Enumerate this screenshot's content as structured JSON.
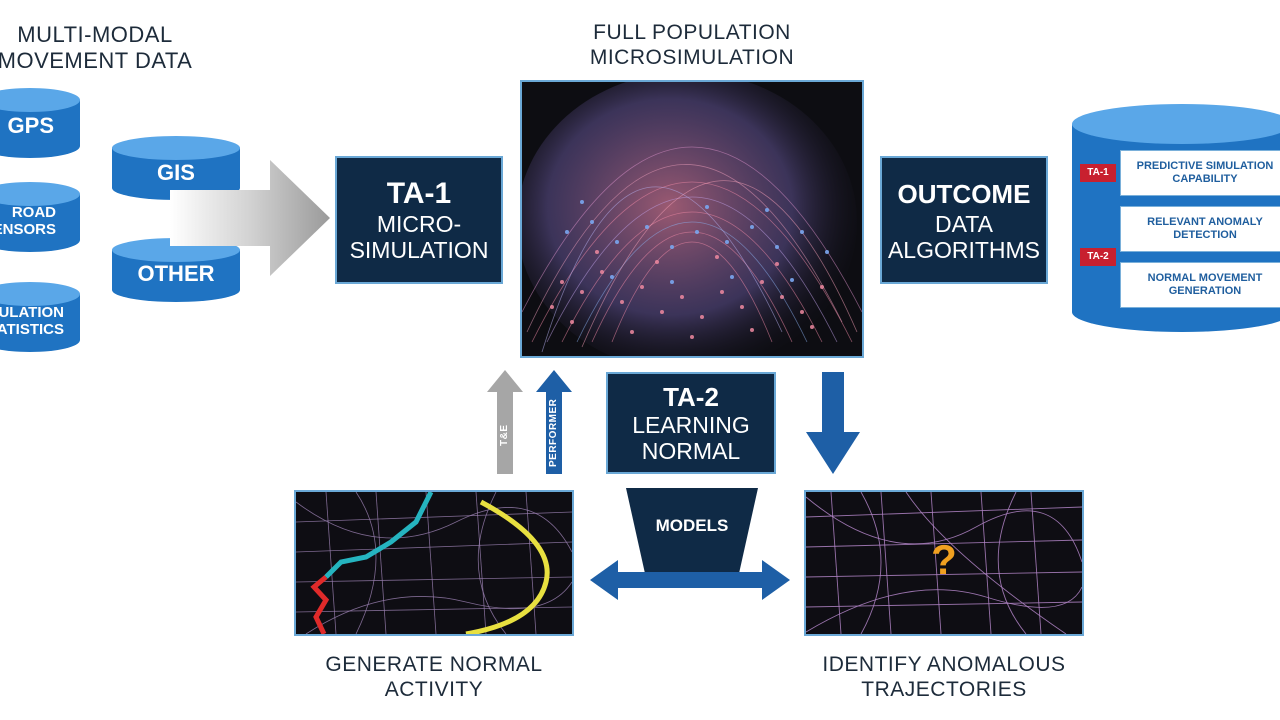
{
  "colors": {
    "navy": "#0f2a46",
    "cylinder_blue": "#1f73c2",
    "arrow_blue": "#1e5fa6",
    "arrow_gray": "#a6a6a6",
    "tag_red": "#c8202f",
    "frame_blue": "#6aa8d6"
  },
  "left_section": {
    "heading": "MULTI-MODAL\nMOVEMENT DATA",
    "cylinders": [
      {
        "label": "GPS",
        "icon": "database-icon"
      },
      {
        "label": "ROAD\nSENSORS",
        "icon": "database-icon"
      },
      {
        "label": "POPULATION\nSTATISTICS",
        "icon": "database-icon"
      },
      {
        "label": "GIS",
        "icon": "database-icon"
      },
      {
        "label": "OTHER",
        "icon": "database-icon"
      }
    ]
  },
  "ta1_box": {
    "title": "TA-1",
    "line1": "MICRO-",
    "line2": "SIMULATION"
  },
  "center": {
    "heading": "FULL POPULATION\nMICROSIMULATION"
  },
  "outcome_box": {
    "title": "OUTCOME",
    "line1": "DATA",
    "line2": "ALGORITHMS"
  },
  "capabilities": {
    "items": [
      {
        "tag": "TA-1",
        "label": "PREDICTIVE SIMULATION\nCAPABILITY"
      },
      {
        "label": "RELEVANT ANOMALY\nDETECTION"
      },
      {
        "tag": "TA-2",
        "label": "NORMAL MOVEMENT\nGENERATION"
      }
    ]
  },
  "ta2_box": {
    "title": "TA-2",
    "line1": "LEARNING",
    "line2": "NORMAL"
  },
  "up_arrows": [
    {
      "label": "T&E",
      "color": "gray"
    },
    {
      "label": "PERFORMER",
      "color": "blue"
    }
  ],
  "models": {
    "label": "MODELS"
  },
  "bottom_left": {
    "caption": "GENERATE NORMAL\nACTIVITY"
  },
  "bottom_right": {
    "caption": "IDENTIFY ANOMALOUS\nTRAJECTORIES",
    "mark": "?"
  }
}
